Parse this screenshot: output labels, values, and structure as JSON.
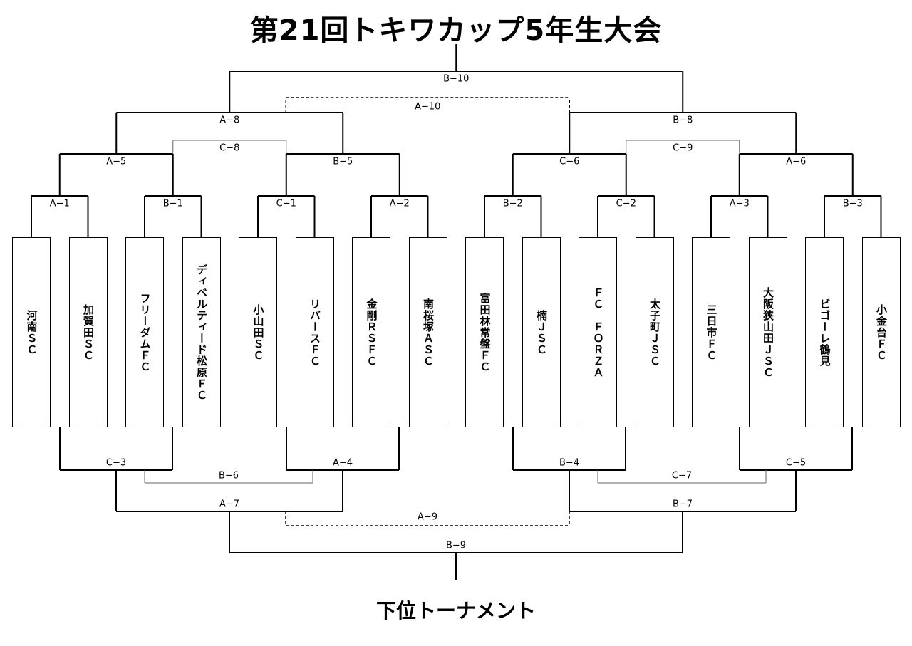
{
  "title": "第21回トキワカップ5年生大会",
  "subtitle": "下位トーナメント",
  "teams": [
    "河南ＳＣ",
    "加賀田ＳＣ",
    "フリーダムＦＣ",
    "ディベルティード松原ＦＣ",
    "小山田ＳＣ",
    "リバースＦＣ",
    "金剛ＲＳＦＣ",
    "南桜塚ＡＳＣ",
    "富田林常盤ＦＣ",
    "楠ＪＳＣ",
    "ＦＣ　ＦＯＲＺＡ",
    "太子町ＪＳＣ",
    "三日市ＦＣ",
    "大阪狭山田ＪＳＣ",
    "ビゴーレ鶴見",
    "小金台ＦＣ"
  ],
  "upper_matches": {
    "round1": [
      "A−1",
      "B−1",
      "C−1",
      "A−2",
      "B−2",
      "C−2",
      "A−3",
      "B−3"
    ],
    "round2": [
      "A−5",
      "B−5",
      "C−6",
      "A−6"
    ],
    "semis": [
      "A−8",
      "B−8"
    ],
    "consolation_pairs": [
      "C−8",
      "C−9"
    ],
    "final": "B−10",
    "third_place": "A−10"
  },
  "lower_matches": {
    "round1": [
      "C−3",
      "A−4",
      "B−4",
      "C−5"
    ],
    "consolation_pairs": [
      "B−6",
      "C−7"
    ],
    "semis": [
      "A−7",
      "B−7"
    ],
    "final": "B−9",
    "third_place": "A−9"
  }
}
